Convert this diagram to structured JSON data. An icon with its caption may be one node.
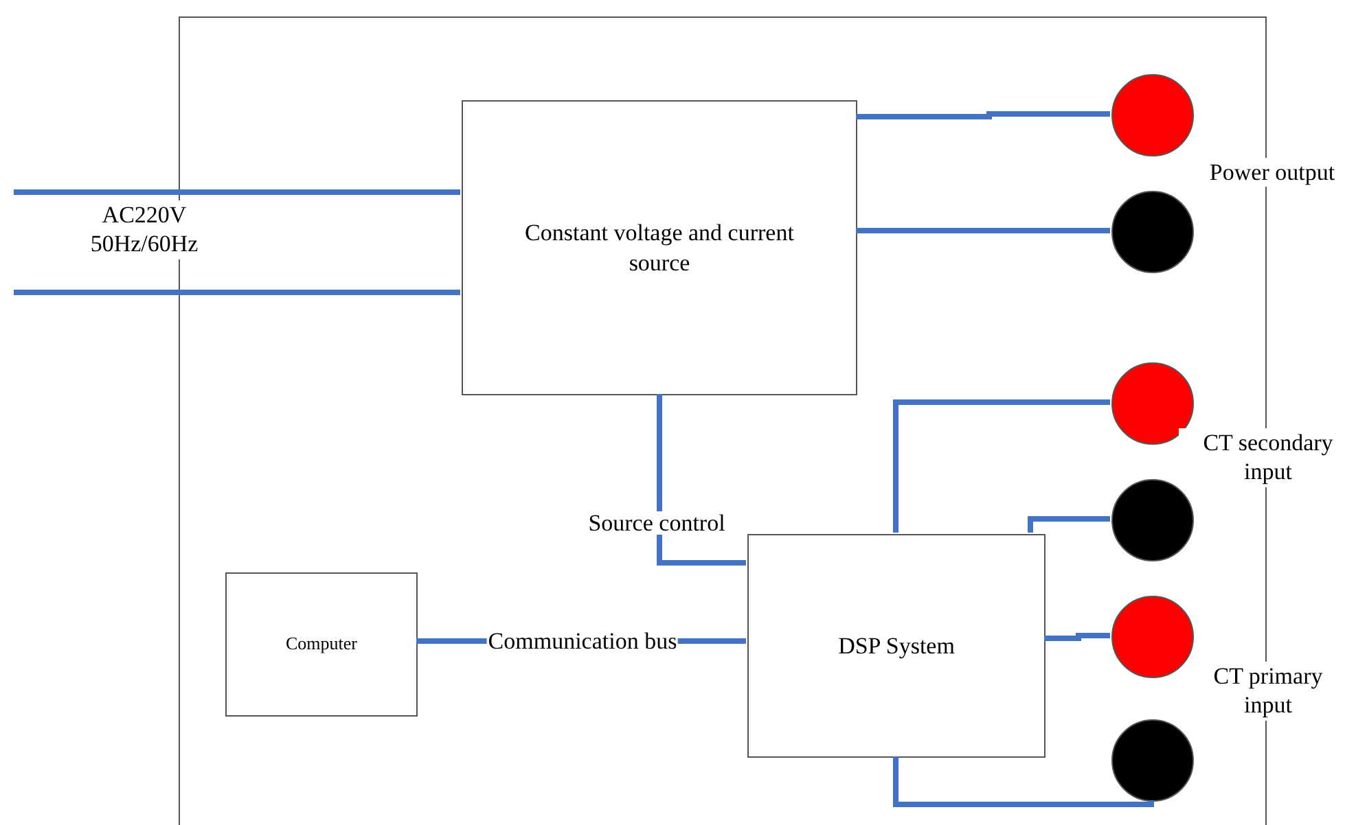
{
  "diagram": {
    "nodes": [
      {
        "text": [],
        "shape": "box"
      },
      {
        "text": [
          "Constant voltage and current source"
        ],
        "in": 0
      },
      {
        "text": [
          "Computer"
        ],
        "in": 0
      },
      {
        "text": [
          "DSP System"
        ],
        "in": 0
      },
      {
        "text": [],
        "shape": "circle",
        "in": 0
      },
      {
        "text": [],
        "shape": "circle",
        "in": 0
      },
      {
        "text": [],
        "shape": "circle",
        "in": 0
      },
      {
        "text": [],
        "shape": "circle",
        "in": 0
      },
      {
        "text": [],
        "shape": "circle",
        "in": 0
      },
      {
        "text": [],
        "shape": "circle",
        "in": 0
      }
    ],
    "edges": [
      {
        "from": null,
        "to": 1,
        "arrow": "none"
      },
      {
        "from": null,
        "to": 1,
        "arrow": "none"
      },
      {
        "from": 1,
        "to": 4,
        "arrow": "none"
      },
      {
        "from": 1,
        "to": 5,
        "arrow": "none"
      },
      {
        "from": 1,
        "to": 3,
        "arrow": "none",
        "label": "Source control"
      },
      {
        "from": 2,
        "to": 3,
        "arrow": "none",
        "label": "Communication bus"
      },
      {
        "from": 3,
        "to": 6,
        "arrow": "none"
      },
      {
        "from": 3,
        "to": 7,
        "arrow": "none"
      },
      {
        "from": 3,
        "to": 8,
        "arrow": "none"
      },
      {
        "from": 3,
        "to": 9,
        "arrow": "none"
      }
    ],
    "labels": [
      "AC220V 50Hz/60Hz",
      "Power output",
      "CT secondary input",
      "CT primary input"
    ]
  }
}
